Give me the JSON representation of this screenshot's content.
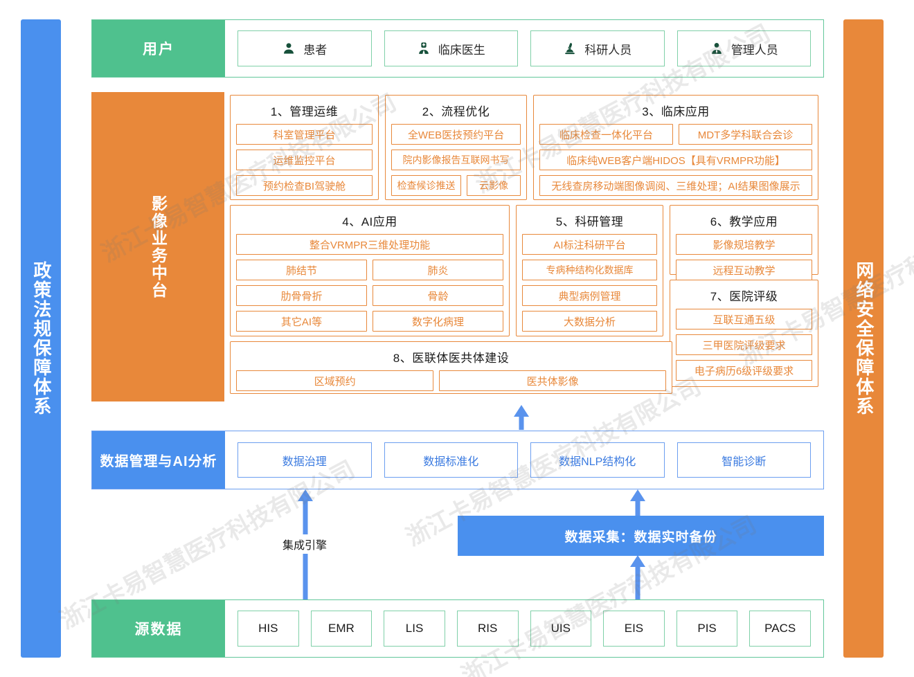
{
  "sidebars": {
    "left": {
      "label": "政策法规保障体系",
      "color": "#4a90ee"
    },
    "right": {
      "label": "网络安全保障体系",
      "color": "#e8883a"
    }
  },
  "watermark": {
    "text": "浙江卡易智慧医疗科技有限公司"
  },
  "user_band": {
    "label": "用户",
    "color": "#4fc18e",
    "cards": [
      {
        "icon": "user-icon",
        "label": "患者"
      },
      {
        "icon": "doctor-icon",
        "label": "临床医生"
      },
      {
        "icon": "microscope-icon",
        "label": "科研人员"
      },
      {
        "icon": "manager-icon",
        "label": "管理人员"
      }
    ]
  },
  "middle_band": {
    "label": "影像业务中台",
    "color": "#e8883a",
    "groups": [
      {
        "title": "1、管理运维",
        "rows": [
          [
            "科室管理平台"
          ],
          [
            "运维监控平台"
          ],
          [
            "预约检查BI驾驶舱"
          ]
        ]
      },
      {
        "title": "2、流程优化",
        "rows": [
          [
            "全WEB医技预约平台"
          ],
          [
            "院内影像报告互联网书写"
          ],
          [
            "检查候诊推送",
            "云影像"
          ]
        ]
      },
      {
        "title": "3、临床应用",
        "rows": [
          [
            "临床检查一体化平台",
            "MDT多学科联合会诊"
          ],
          [
            "临床纯WEB客户端HIDOS【具有VRMPR功能】"
          ],
          [
            "无线查房移动端图像调阅、三维处理；AI结果图像展示"
          ]
        ]
      },
      {
        "title": "4、AI应用",
        "rows": [
          [
            "整合VRMPR三维处理功能"
          ],
          [
            "肺结节",
            "肺炎"
          ],
          [
            "肋骨骨折",
            "骨龄"
          ],
          [
            "其它AI等",
            "数字化病理"
          ]
        ]
      },
      {
        "title": "5、科研管理",
        "rows": [
          [
            "AI标注科研平台"
          ],
          [
            "专病种结构化数据库"
          ],
          [
            "典型病例管理"
          ],
          [
            "大数据分析"
          ]
        ]
      },
      {
        "title": "6、教学应用",
        "rows": [
          [
            "影像规培教学"
          ],
          [
            "远程互动教学"
          ]
        ]
      },
      {
        "title": "7、医院评级",
        "rows": [
          [
            "互联互通五级"
          ],
          [
            "三甲医院评级要求"
          ],
          [
            "电子病历6级评级要求"
          ]
        ]
      },
      {
        "title": "8、医联体医共体建设",
        "rows": [
          [
            "区域预约",
            "医共体影像"
          ]
        ]
      }
    ]
  },
  "data_band": {
    "label": "数据管理与AI分析",
    "color": "#4a90ee",
    "cards": [
      "数据治理",
      "数据标准化",
      "数据NLP结构化",
      "智能诊断"
    ]
  },
  "integration": {
    "engine_label": "集成引擎",
    "collection_label": "数据采集：数据实时备份",
    "collection_color": "#4a90ee",
    "arrow_color": "#5a93ed"
  },
  "source_band": {
    "label": "源数据",
    "color": "#4fc18e",
    "cards": [
      "HIS",
      "EMR",
      "LIS",
      "RIS",
      "UIS",
      "EIS",
      "PIS",
      "PACS"
    ]
  }
}
